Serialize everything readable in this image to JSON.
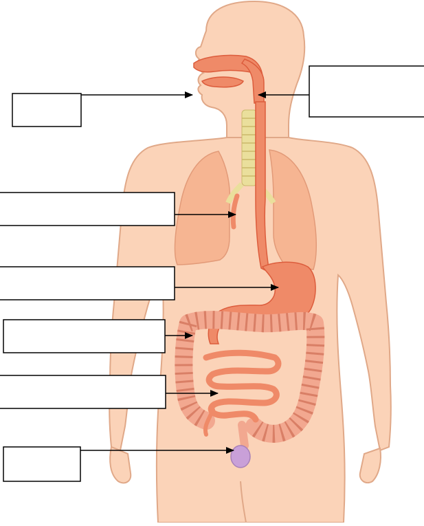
{
  "diagram": {
    "colors": {
      "skin": "#fbd3b8",
      "skin_outline": "#e0a888",
      "organ": "#ef8a68",
      "organ_dark": "#dc5c3c",
      "lung": "#f6b592",
      "trachea": "#eadf9c",
      "large_intestine": "#f2a890",
      "rectum": "#c9a0d8",
      "box_border": "#000000",
      "arrow": "#000000"
    },
    "labels": [
      {
        "id": "mouth",
        "text": ""
      },
      {
        "id": "pharynx",
        "text": ""
      },
      {
        "id": "esophagus",
        "text": ""
      },
      {
        "id": "stomach",
        "text": ""
      },
      {
        "id": "large-intestine",
        "text": ""
      },
      {
        "id": "small-intestine",
        "text": ""
      },
      {
        "id": "anus",
        "text": ""
      }
    ]
  }
}
